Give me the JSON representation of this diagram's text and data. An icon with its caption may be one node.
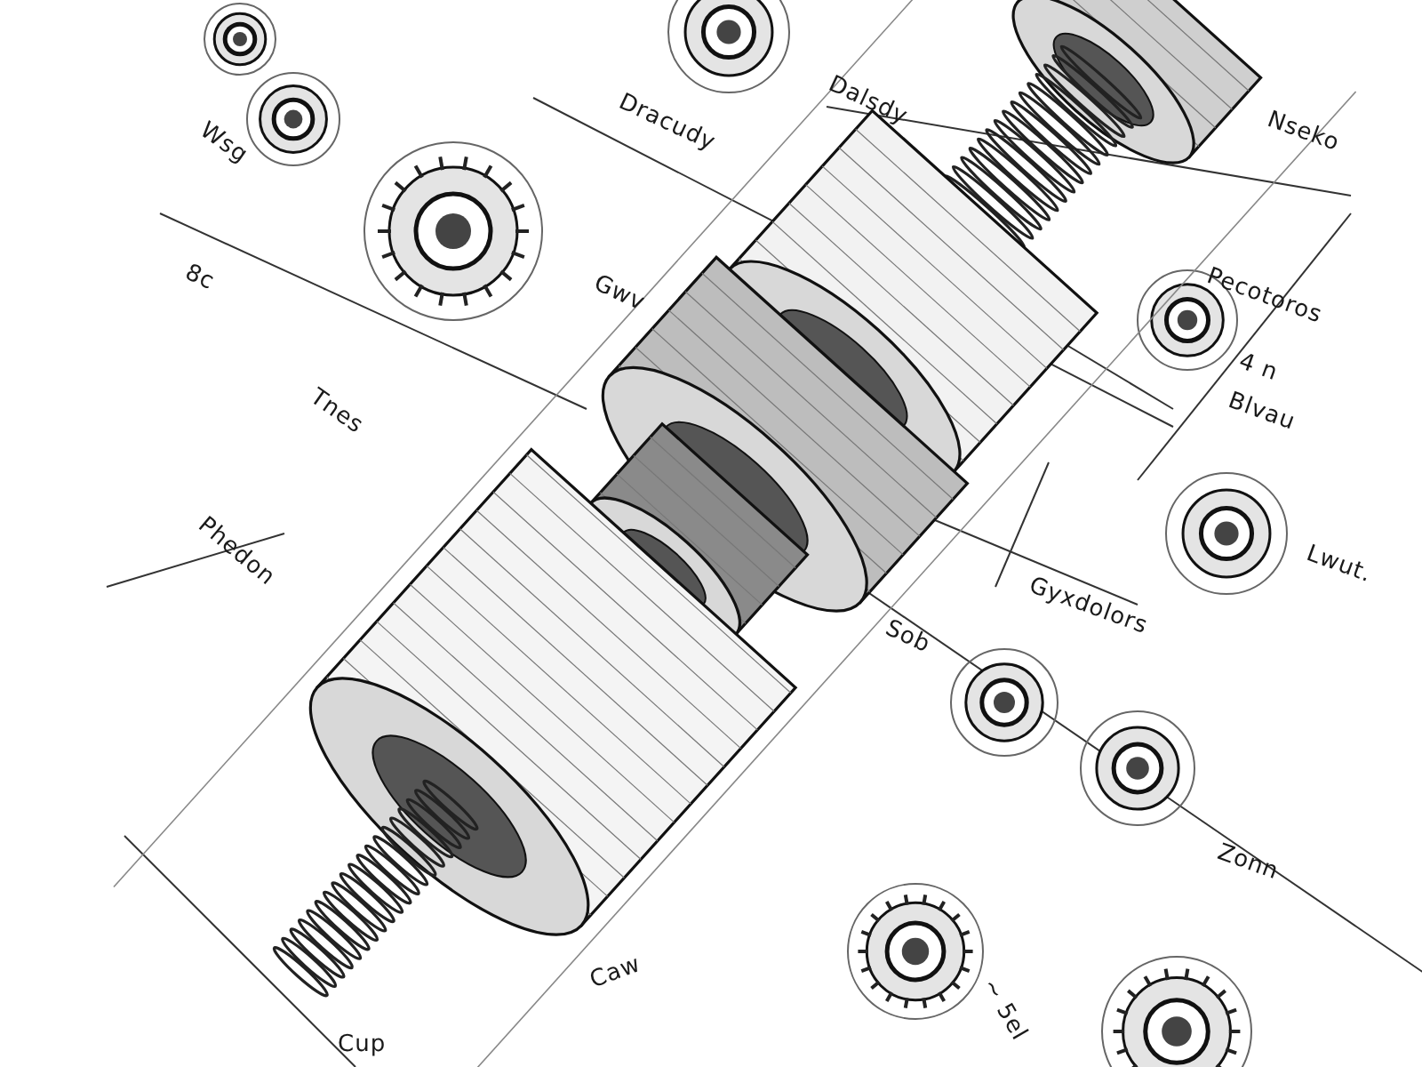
{
  "diagram": {
    "labels": [
      "Wsg",
      "8c",
      "Tnes",
      "Dracudy",
      "Dalsdy",
      "Gwv",
      "Nseko",
      "Pecotoros",
      "4 n",
      "Blvau",
      "Phedon",
      "Lwut.",
      "Gyxdolors",
      "Sob",
      "Zonn",
      "Caw",
      "~ 5el",
      "Cup"
    ]
  }
}
